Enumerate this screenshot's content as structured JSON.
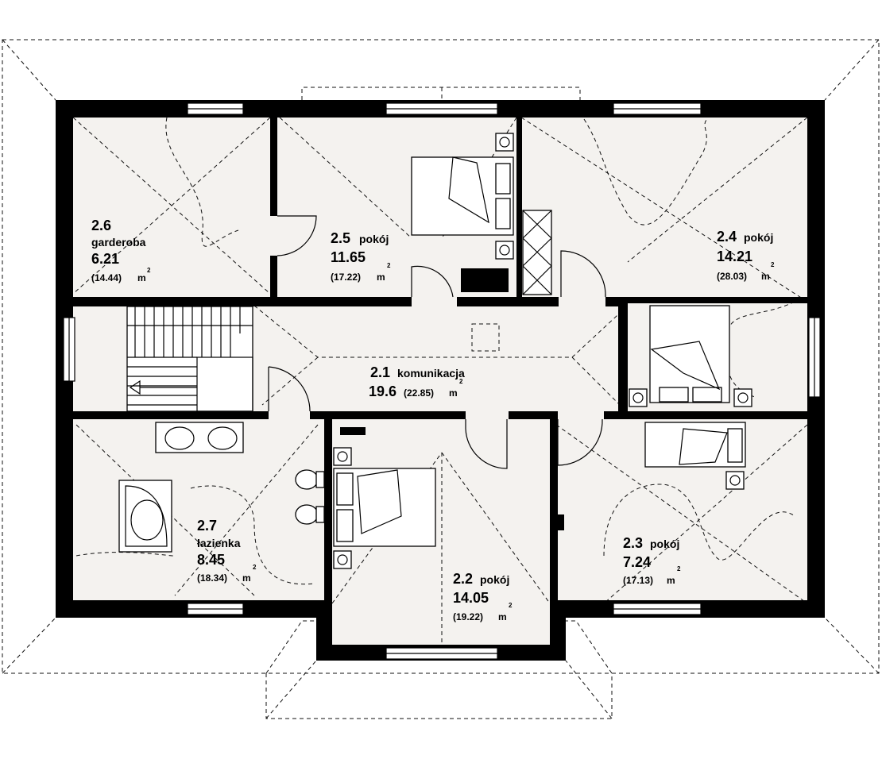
{
  "rooms": [
    {
      "id": "r26",
      "number": "2.6",
      "name": "garderoba",
      "area": "6.21",
      "gross": "(14.44)",
      "unit": "m",
      "sup": "2"
    },
    {
      "id": "r25",
      "number": "2.5",
      "name": "pokój",
      "area": "11.65",
      "gross": "(17.22)",
      "unit": "m",
      "sup": "2"
    },
    {
      "id": "r24",
      "number": "2.4",
      "name": "pokój",
      "area": "14.21",
      "gross": "(28.03)",
      "unit": "m",
      "sup": "2"
    },
    {
      "id": "r21",
      "number": "2.1",
      "name": "komunikacja",
      "area": "19.6",
      "gross": "(22.85)",
      "unit": "m",
      "sup": "2"
    },
    {
      "id": "r27",
      "number": "2.7",
      "name": "łazienka",
      "area": "8.45",
      "gross": "(18.34)",
      "unit": "m",
      "sup": "2"
    },
    {
      "id": "r22",
      "number": "2.2",
      "name": "pokój",
      "area": "14.05",
      "gross": "(19.22)",
      "unit": "m",
      "sup": "2"
    },
    {
      "id": "r23",
      "number": "2.3",
      "name": "pokój",
      "area": "7.24",
      "gross": "(17.13)",
      "unit": "m",
      "sup": "2"
    }
  ]
}
